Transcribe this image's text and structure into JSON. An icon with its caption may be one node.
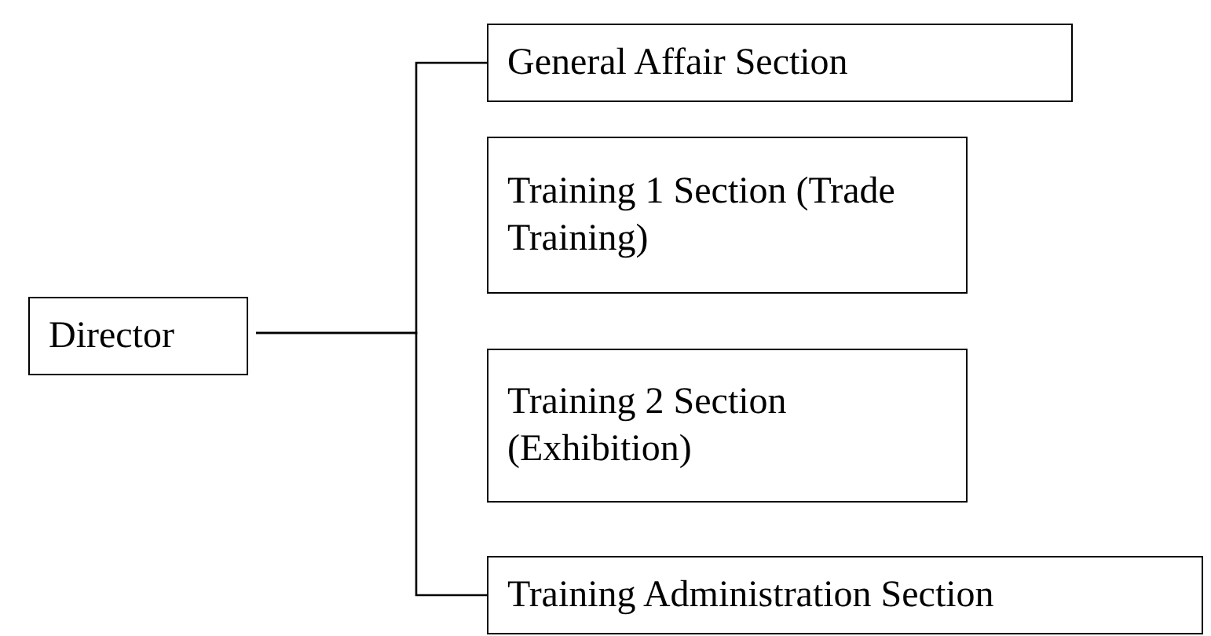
{
  "diagram": {
    "nodes": [
      {
        "text": [
          "Director"
        ]
      },
      {
        "text": [
          "General Affair Section"
        ]
      },
      {
        "text": [
          "Training 1 Section (Trade Training)"
        ]
      },
      {
        "text": [
          "Training 2 Section (Exhibition)"
        ]
      },
      {
        "text": [
          "Training Administration Section"
        ]
      }
    ],
    "edges": [
      {
        "from": 0,
        "to": 1,
        "arrow": "none"
      },
      {
        "from": 0,
        "to": 4,
        "arrow": "none"
      }
    ]
  }
}
